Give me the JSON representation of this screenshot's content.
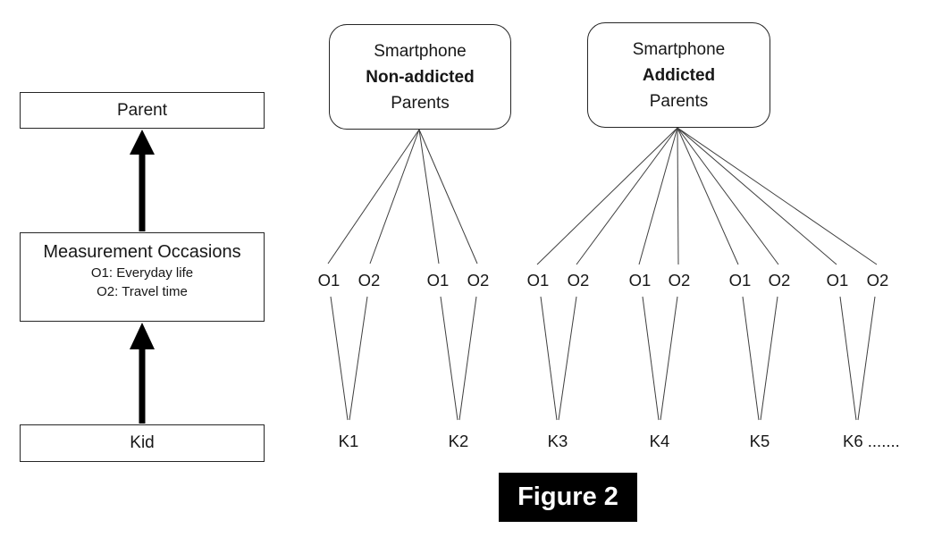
{
  "figure_caption": "Figure 2",
  "hierarchy": {
    "parent_box": "Parent",
    "occasions_box": {
      "title": "Measurement Occasions",
      "items": [
        "O1: Everyday life",
        "O2: Travel time"
      ]
    },
    "kid_box": "Kid"
  },
  "groups": [
    {
      "box_lines": [
        "Smartphone",
        "Non-addicted",
        "Parents"
      ],
      "kids": [
        {
          "label": "K1",
          "occasions": [
            "O1",
            "O2"
          ]
        },
        {
          "label": "K2",
          "occasions": [
            "O1",
            "O2"
          ]
        }
      ]
    },
    {
      "box_lines": [
        "Smartphone",
        "Addicted",
        "Parents"
      ],
      "kids": [
        {
          "label": "K3",
          "occasions": [
            "O1",
            "O2"
          ]
        },
        {
          "label": "K4",
          "occasions": [
            "O1",
            "O2"
          ]
        },
        {
          "label": "K5",
          "occasions": [
            "O1",
            "O2"
          ]
        },
        {
          "label": "K6 .......",
          "occasions": [
            "O1",
            "O2"
          ]
        }
      ]
    }
  ],
  "colors": {
    "connector_line": "#3f3f3f",
    "box_border": "#262626",
    "arrow": "#000000",
    "caption_bg": "#000000",
    "caption_text": "#ffffff"
  }
}
